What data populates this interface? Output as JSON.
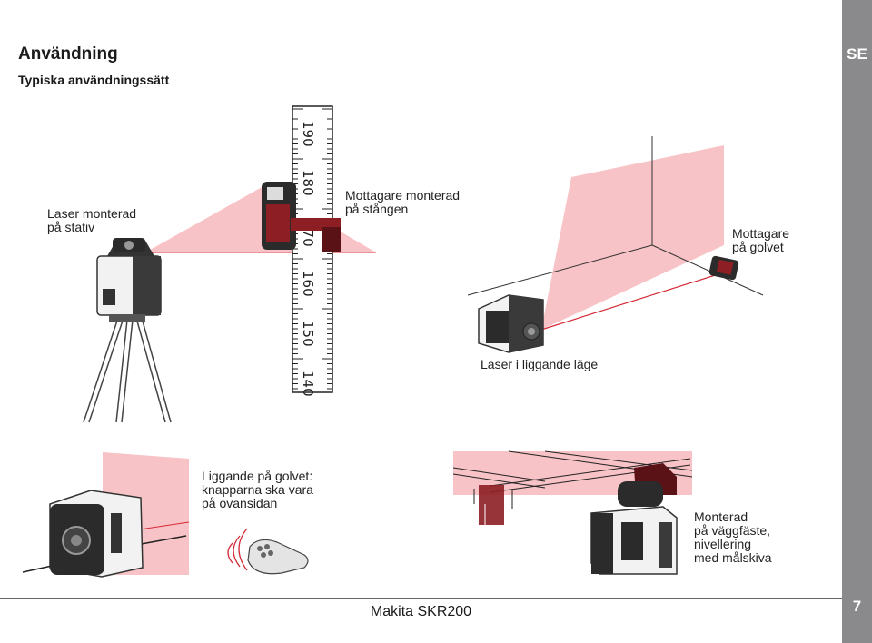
{
  "header": {
    "title": "Användning",
    "subtitle": "Typiska användningssätt",
    "language_tab": "SE"
  },
  "captions": {
    "laser_tripod": [
      "Laser monterad",
      "på stativ"
    ],
    "receiver_rod": [
      "Mottagare monterad",
      "på stången"
    ],
    "receiver_floor": [
      "Mottagare",
      "på golvet"
    ],
    "laser_lying": "Laser i liggande läge",
    "lying_floor": [
      "Liggande på golvet:",
      "knapparna ska vara",
      "på ovansidan"
    ],
    "wall_mount": [
      "Monterad",
      "på väggfäste,",
      "nivellering",
      "med målskiva"
    ]
  },
  "rod_ticks": [
    "190",
    "180",
    "170",
    "160",
    "150",
    "140"
  ],
  "colors": {
    "laser_plane": "#f7b8bc",
    "laser_line": "#d42a35",
    "device_dark": "#2b2b2b",
    "accent_red": "#8c1e24",
    "side_tab": "#8a8a8c"
  },
  "footer": {
    "model": "Makita SKR200",
    "page_number": "7"
  }
}
